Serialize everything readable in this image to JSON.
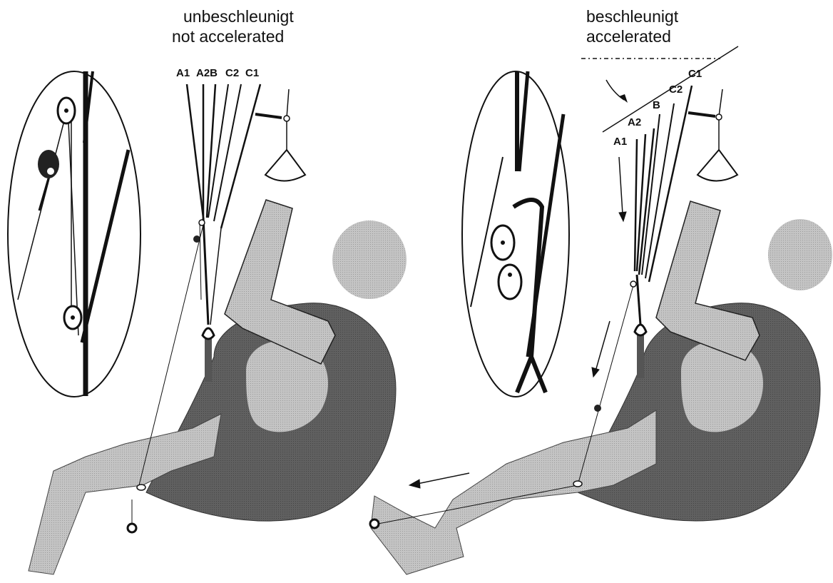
{
  "left_panel": {
    "title_de": "unbeschleunigt",
    "title_en": "not accelerated",
    "riser_labels": [
      "A1",
      "A2B",
      "C2",
      "C1"
    ]
  },
  "right_panel": {
    "title_de": "beschleunigt",
    "title_en": "accelerated",
    "riser_labels": [
      "A1",
      "A2",
      "B",
      "C2",
      "C1"
    ]
  },
  "colors": {
    "body_dark": "#5e5e5e",
    "limb_light": "#bdbdbd",
    "head": "#b4b4b4",
    "line": "#111111"
  }
}
